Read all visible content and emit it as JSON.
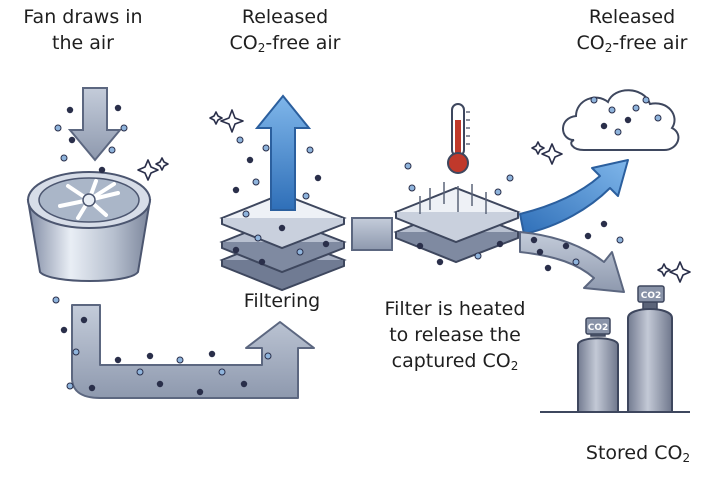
{
  "labels": {
    "fan": [
      "Fan draws in",
      "the air"
    ],
    "released_1": {
      "line1": "Released",
      "line2_pre": "CO",
      "line2_sub": "2",
      "line2_post": "-free air"
    },
    "released_2": {
      "line1": "Released",
      "line2_pre": "CO",
      "line2_sub": "2",
      "line2_post": "-free air"
    },
    "filtering": "Filtering",
    "heated": {
      "line1": "Filter is heated",
      "line2": "to release the",
      "line3_pre": "captured CO",
      "line3_sub": "2"
    },
    "stored": {
      "pre": "Stored CO",
      "sub": "2"
    }
  },
  "tanks": {
    "left_label": "CO2",
    "right_label": "CO2"
  },
  "icons": [
    "down-arrow-icon",
    "fan-icon",
    "up-arrow-icon",
    "filter-stack-icon",
    "thermometer-icon",
    "cloud-icon",
    "gas-tank-icon",
    "sparkle-icon"
  ],
  "colors": {
    "duct": "#a9b4c6",
    "duct_edge": "#6d7891",
    "arrow_blue": "#4a90d9",
    "dark_dot": "#2a2f4a",
    "light_dot": "#8fb4dc",
    "tank": "#9aa1b3",
    "thermo_red": "#c0392b"
  }
}
